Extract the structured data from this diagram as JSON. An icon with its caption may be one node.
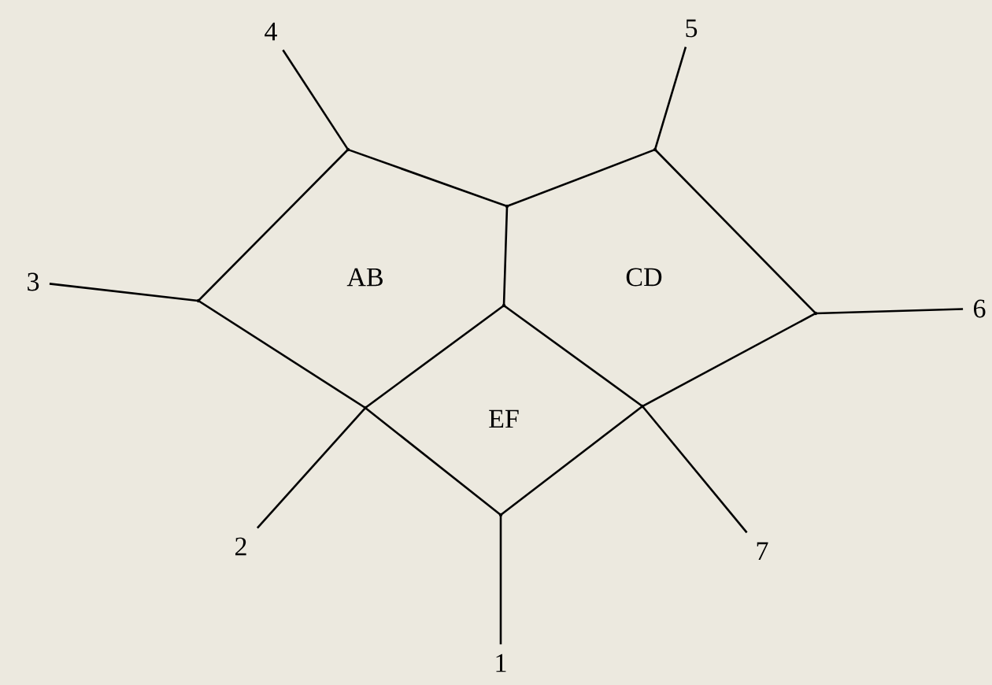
{
  "diagram": {
    "nodes": [
      {
        "text": [
          "4"
        ]
      },
      {
        "text": [
          "5"
        ]
      },
      {
        "text": [
          "3"
        ]
      },
      {
        "text": [
          "6"
        ]
      },
      {
        "text": [
          "2"
        ]
      },
      {
        "text": [
          "7"
        ]
      },
      {
        "text": [
          "1"
        ]
      },
      {
        "text": [],
        "shape": "point"
      },
      {
        "text": [],
        "shape": "point"
      },
      {
        "text": [],
        "shape": "point"
      },
      {
        "text": [],
        "shape": "point"
      },
      {
        "text": [],
        "shape": "point"
      },
      {
        "text": [],
        "shape": "point"
      },
      {
        "text": [],
        "shape": "point"
      },
      {
        "text": [],
        "shape": "point"
      },
      {
        "text": [],
        "shape": "point"
      }
    ],
    "edges": [
      {
        "from": 0,
        "to": 7,
        "arrow": "none"
      },
      {
        "from": 1,
        "to": 8,
        "arrow": "none"
      },
      {
        "from": 2,
        "to": 10,
        "arrow": "none"
      },
      {
        "from": 3,
        "to": 12,
        "arrow": "none"
      },
      {
        "from": 4,
        "to": 13,
        "arrow": "none"
      },
      {
        "from": 5,
        "to": 14,
        "arrow": "none"
      },
      {
        "from": 6,
        "to": 15,
        "arrow": "none"
      },
      {
        "from": 7,
        "to": 9,
        "arrow": "none"
      },
      {
        "from": 9,
        "to": 8,
        "arrow": "none"
      },
      {
        "from": 7,
        "to": 10,
        "arrow": "none"
      },
      {
        "from": 9,
        "to": 11,
        "arrow": "none"
      },
      {
        "from": 8,
        "to": 12,
        "arrow": "none"
      },
      {
        "from": 10,
        "to": 13,
        "arrow": "none"
      },
      {
        "from": 11,
        "to": 13,
        "arrow": "none"
      },
      {
        "from": 11,
        "to": 14,
        "arrow": "none"
      },
      {
        "from": 12,
        "to": 14,
        "arrow": "none"
      },
      {
        "from": 13,
        "to": 15,
        "arrow": "none"
      },
      {
        "from": 14,
        "to": 15,
        "arrow": "none"
      }
    ],
    "labels": [
      "AB",
      "CD",
      "EF"
    ]
  }
}
